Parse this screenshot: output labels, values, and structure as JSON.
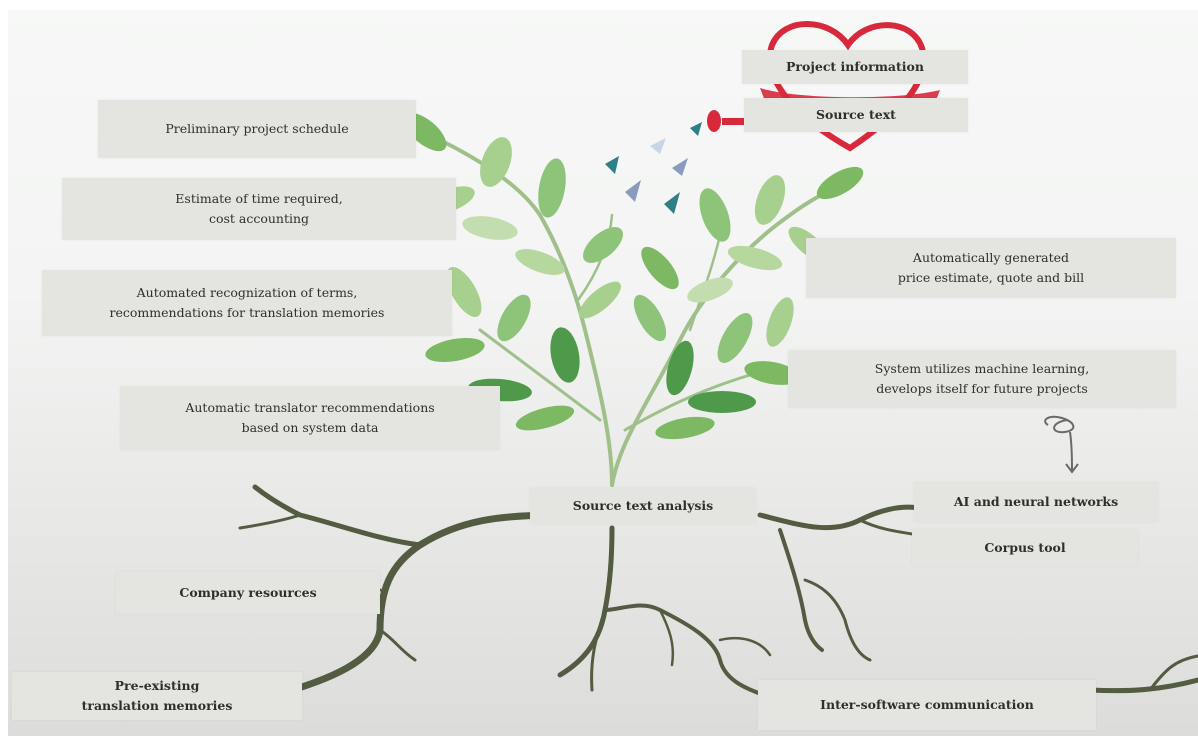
{
  "labels": {
    "project_information": "Project information",
    "source_text": "Source text",
    "preliminary_schedule": "Preliminary project schedule",
    "estimate_time": "Estimate of time required,\ncost accounting",
    "auto_price": "Automatically generated\nprice estimate, quote and bill",
    "auto_terms": "Automated recognization of terms,\nrecommendations for translation memories",
    "machine_learning": "System utilizes machine learning,\ndevelops itself for future projects",
    "translator_recs": "Automatic translator recommendations\nbased on system data",
    "source_analysis": "Source text analysis",
    "ai_networks": "AI and neural networks",
    "corpus_tool": "Corpus tool",
    "company_resources": "Company resources",
    "pre_existing_tm": "Pre-existing\ntranslation memories",
    "inter_software": "Inter-software communication"
  },
  "colors": {
    "label_bg": "#e4e4e1",
    "label_text": "#2e2e2c",
    "root": "#535b41",
    "stem": "#9fc08a",
    "leaf_light": "#a7cf8d",
    "leaf_dark": "#4f9a4a",
    "heart": "#d8283c",
    "drop_teal": "#2f7f86",
    "drop_blue": "#8a9bbd"
  }
}
